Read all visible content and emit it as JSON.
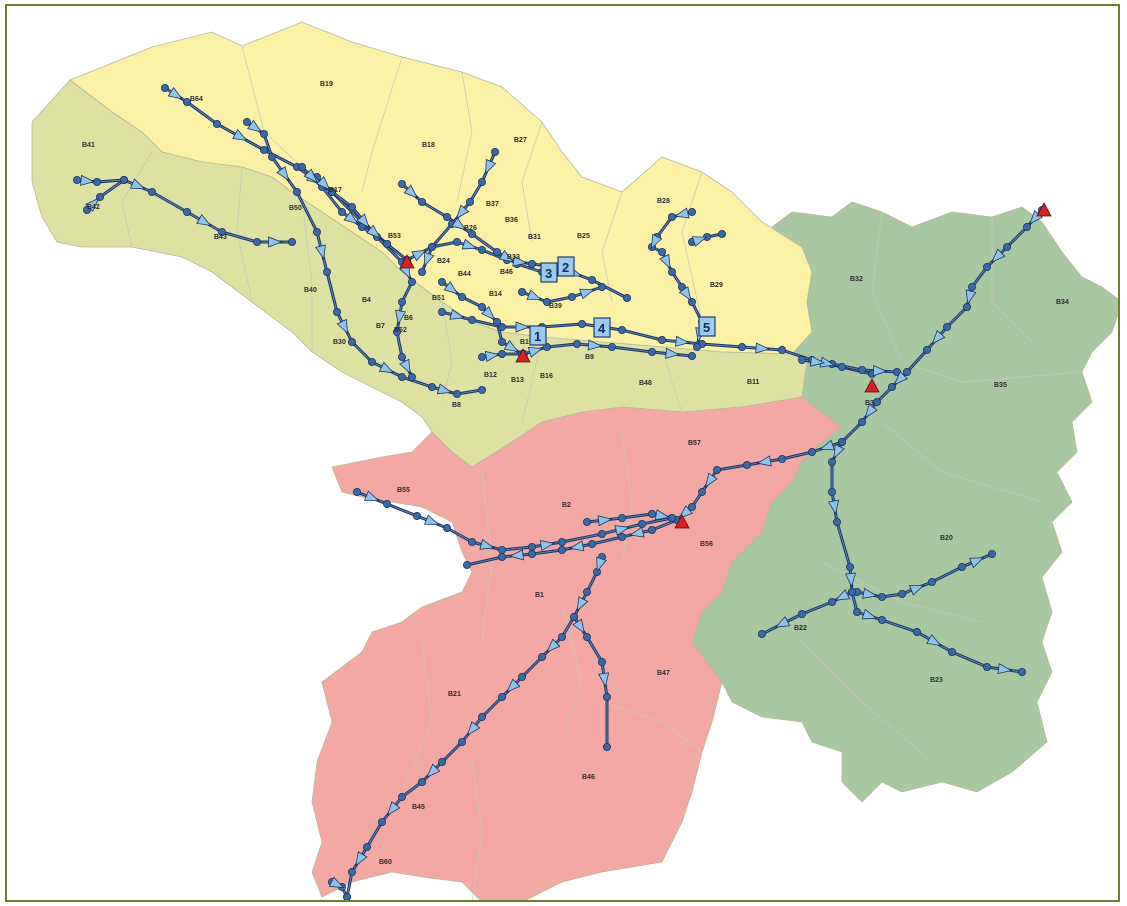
{
  "zones": {
    "yellow": "#fbf1a6",
    "olive": "#dde2a3",
    "green": "#a8c8a2",
    "red": "#f4a8a3"
  },
  "network_color": "#1d3a6e",
  "subbasin_labels": [
    "B19",
    "B64",
    "B18",
    "B27",
    "B41",
    "B17",
    "B42",
    "B28",
    "B43",
    "B50",
    "B53",
    "B37",
    "B36",
    "B31",
    "B25",
    "B33",
    "B26",
    "B24",
    "B44",
    "B46",
    "B32",
    "B51",
    "B14",
    "B29",
    "B39",
    "B40",
    "B4",
    "B34",
    "B6",
    "B30",
    "B7",
    "B52",
    "B35",
    "B10",
    "B9",
    "B12",
    "B13",
    "B16",
    "B48",
    "B11",
    "B8",
    "B3",
    "B57",
    "B55",
    "B2",
    "B56",
    "B20",
    "B1",
    "B22",
    "B47",
    "B21",
    "B23",
    "B46",
    "B45",
    "B60"
  ],
  "outlet_labels": [
    "1",
    "2",
    "3",
    "4",
    "5"
  ],
  "icons": {
    "node": "junction-node-icon",
    "flow": "flow-direction-arrow-icon",
    "outlet": "outlet-triangle-icon"
  }
}
